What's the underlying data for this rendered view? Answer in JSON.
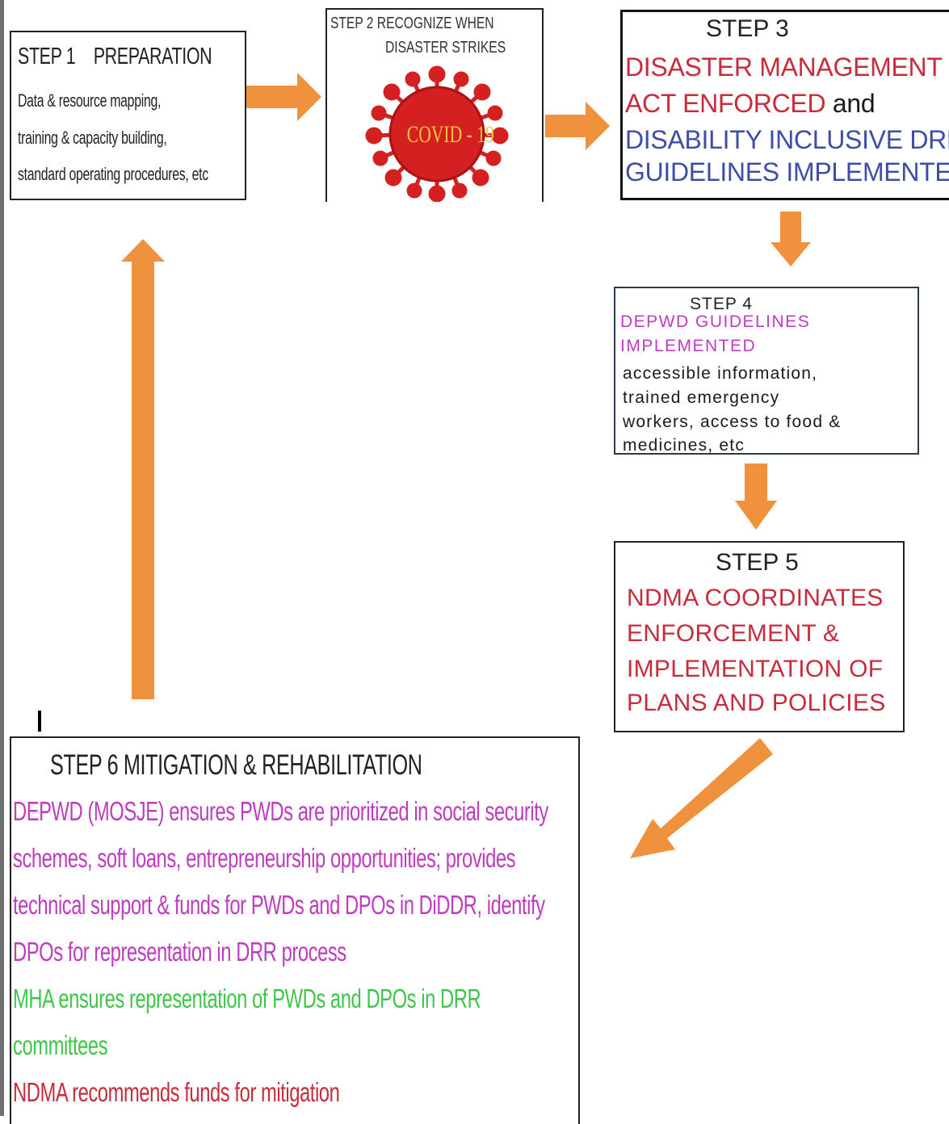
{
  "step1": {
    "title": "STEP 1    PREPARATION",
    "lines": [
      "Data & resource mapping,",
      "training & capacity building,",
      "standard operating procedures, etc"
    ]
  },
  "step2": {
    "title_line1": "STEP 2 RECOGNIZE WHEN",
    "title_line2": "DISASTER STRIKES",
    "virus_label": "COVID - 19"
  },
  "step3": {
    "title": "STEP 3",
    "line1": "DISASTER MANAGEMENT",
    "line2_red": "ACT ENFORCED",
    "line2_black": " and",
    "line3": "DISABILITY INCLUSIVE DRR,",
    "line4": "GUIDELINES IMPLEMENTED"
  },
  "step4": {
    "title": "STEP 4",
    "mag_line1": "DEPWD GUIDELINES",
    "mag_line2": "IMPLEMENTED",
    "body_lines": [
      "accessible information,",
      "trained emergency",
      "workers, access to food &",
      "medicines, etc"
    ]
  },
  "step5": {
    "title": "STEP 5",
    "lines": [
      "NDMA COORDINATES",
      "ENFORCEMENT &",
      "IMPLEMENTATION OF",
      "PLANS AND POLICIES"
    ]
  },
  "step6": {
    "title": "STEP 6 MITIGATION & REHABILITATION",
    "depwd_lines": [
      "DEPWD (MOSJE) ensures PWDs are prioritized in social security",
      "schemes, soft loans, entrepreneurship opportunities; provides",
      "technical support & funds for PWDs and DPOs in DiDDR, identify",
      "DPOs for representation in DRR process"
    ],
    "mha_lines": [
      "MHA ensures representation of PWDs and DPOs in DRR",
      "committees"
    ],
    "ndma_line": "NDMA recommends funds for mitigation"
  },
  "colors": {
    "arrow": "#f0913d",
    "red_text": "#c82c3c",
    "blue_text": "#3e4da6",
    "magenta_text": "#bf3bbf",
    "green_text": "#3ec64a",
    "virus_red": "#d42020"
  }
}
